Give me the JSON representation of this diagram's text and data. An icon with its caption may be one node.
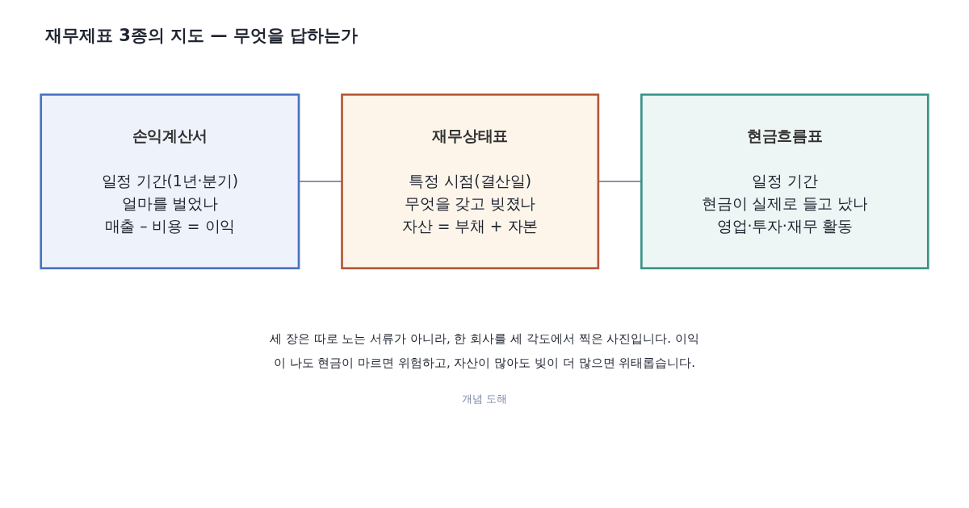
{
  "diagram": {
    "title": "재무제표 3종의 지도 — 무엇을 답하는가",
    "nodes": [
      {
        "text": [
          "손익계산서",
          "일정 기간(1년·분기)",
          "얼마를 벌었나",
          "매출 – 비용 = 이익"
        ]
      },
      {
        "text": [
          "재무상태표",
          "특정 시점(결산일)",
          "무엇을 갖고 빚졌나",
          "자산 = 부채 + 자본"
        ]
      },
      {
        "text": [
          "현금흐름표",
          "일정 기간",
          "현금이 실제로 들고 났나",
          "영업·투자·재무 활동"
        ]
      }
    ],
    "edges": [
      {
        "from": 0,
        "to": 1,
        "arrow": "none"
      },
      {
        "from": 1,
        "to": 2,
        "arrow": "none"
      }
    ],
    "caption": "세 장은 따로 노는 서류가 아니라, 한 회사를 세 각도에서 찍은 사진입니다. 이익이 나도 현금이 마르면 위험하고, 자산이 많아도 빚이 더 많으면 위태롭습니다.",
    "labels": [
      "개념 도해"
    ]
  }
}
